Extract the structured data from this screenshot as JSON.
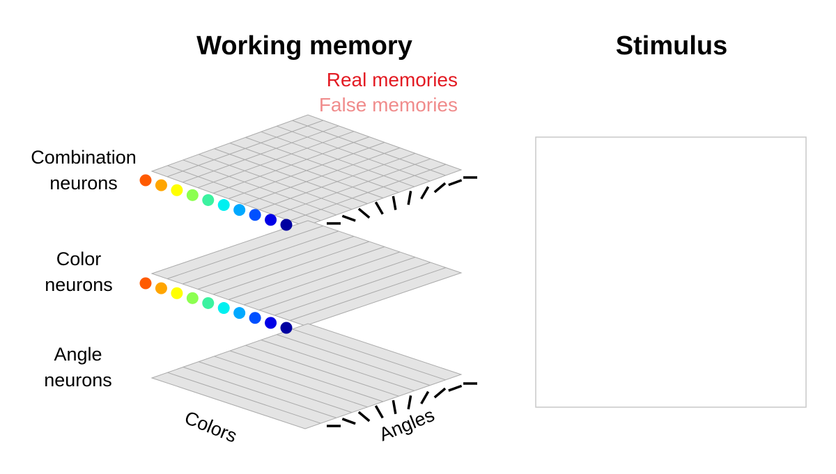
{
  "titles": {
    "working_memory": "Working memory",
    "stimulus": "Stimulus"
  },
  "legend": {
    "real": "Real memories",
    "false": "False memories",
    "real_color": "#e31b23",
    "false_color": "#f08c8c"
  },
  "layers": {
    "combination": {
      "line1": "Combination",
      "line2": "neurons"
    },
    "color": {
      "line1": "Color",
      "line2": "neurons"
    },
    "angle": {
      "line1": "Angle",
      "line2": "neurons"
    }
  },
  "axes": {
    "colors": "Colors",
    "angles": "Angles"
  },
  "palette": [
    "#ff5a00",
    "#ffa500",
    "#ffff00",
    "#8cff50",
    "#3cf2a0",
    "#00f0f0",
    "#00a8ff",
    "#0050ff",
    "#0000e6",
    "#0000a0"
  ],
  "angle_marks": [
    "0°",
    "20°",
    "40°",
    "60°",
    "80°",
    "100°",
    "120°",
    "140°",
    "160°",
    "180°"
  ],
  "plane_fill": "#e4e4e4",
  "plane_line": "#aaaaaa"
}
